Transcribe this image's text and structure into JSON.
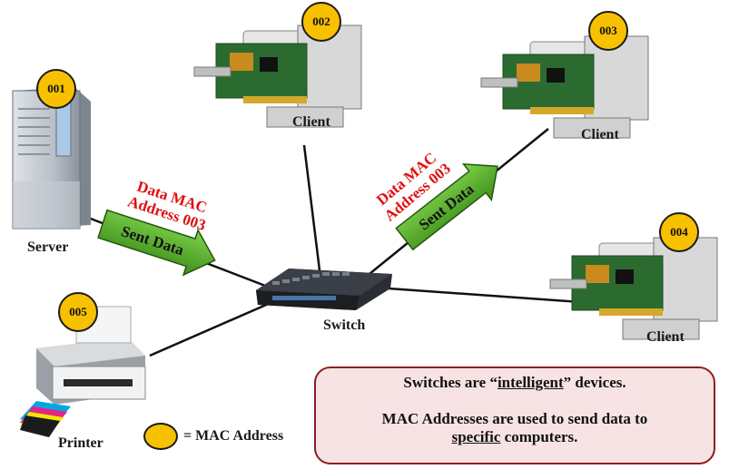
{
  "nodes": {
    "server": {
      "mac": "001",
      "label": "Server"
    },
    "client_top": {
      "mac": "002",
      "label": "Client"
    },
    "client_right": {
      "mac": "003",
      "label": "Client"
    },
    "client_bottom": {
      "mac": "004",
      "label": "Client"
    },
    "printer": {
      "mac": "005",
      "label": "Printer"
    },
    "switch": {
      "label": "Switch"
    }
  },
  "flows": {
    "left": {
      "text_line1": "Data MAC",
      "text_line2": "Address 003",
      "arrow_label": "Sent Data"
    },
    "right": {
      "text_line1": "Data MAC",
      "text_line2": "Address 003",
      "arrow_label": "Sent Data"
    }
  },
  "legend": {
    "text": "= MAC Address"
  },
  "note": {
    "line1_before": "Switches are “",
    "line1_em": "intelligent",
    "line1_after": "” devices.",
    "line2": "MAC Addresses are used to send data to",
    "line3_em": "specific",
    "line3_after": " computers."
  },
  "colors": {
    "badge": "#f8c100",
    "arrow": "#5cb82a",
    "red_text": "#e11010",
    "note_bg": "#f7e3e3",
    "note_border": "#8b1f1f"
  }
}
